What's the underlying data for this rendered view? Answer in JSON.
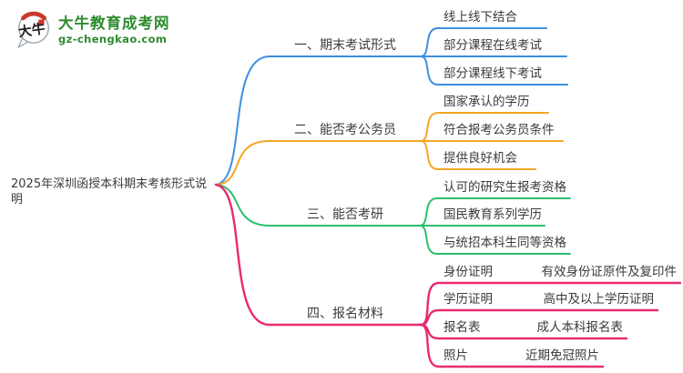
{
  "logo": {
    "icon_text": "大牛",
    "title": "大牛教育成考网",
    "subtitle": "gz-chengkao.com",
    "brand_green": "#2e8b2f",
    "seal_red": "#c93a2e"
  },
  "root": {
    "title": "2025年深圳函授本科期末考核形式说明",
    "text_color": "#3b3b3b"
  },
  "branches": [
    {
      "label": "一、期末考试形式",
      "color": "#3d8fe0",
      "children": [
        {
          "label": "线上线下结合"
        },
        {
          "label": "部分课程在线考试"
        },
        {
          "label": "部分课程线下考试"
        }
      ]
    },
    {
      "label": "二、能否考公务员",
      "color": "#f5a623",
      "children": [
        {
          "label": "国家承认的学历"
        },
        {
          "label": "符合报考公务员条件"
        },
        {
          "label": "提供良好机会"
        }
      ]
    },
    {
      "label": "三、能否考研",
      "color": "#2cbe6e",
      "children": [
        {
          "label": "认可的研究生报考资格"
        },
        {
          "label": "国民教育系列学历"
        },
        {
          "label": "与统招本科生同等资格"
        }
      ]
    },
    {
      "label": "四、报名材料",
      "color": "#ea2a72",
      "children": [
        {
          "label": "身份证明",
          "value": "有效身份证原件及复印件"
        },
        {
          "label": "学历证明",
          "value": "高中及以上学历证明"
        },
        {
          "label": "报名表",
          "value": "成人本科报名表"
        },
        {
          "label": "照片",
          "value": "近期免冠照片"
        }
      ]
    }
  ]
}
